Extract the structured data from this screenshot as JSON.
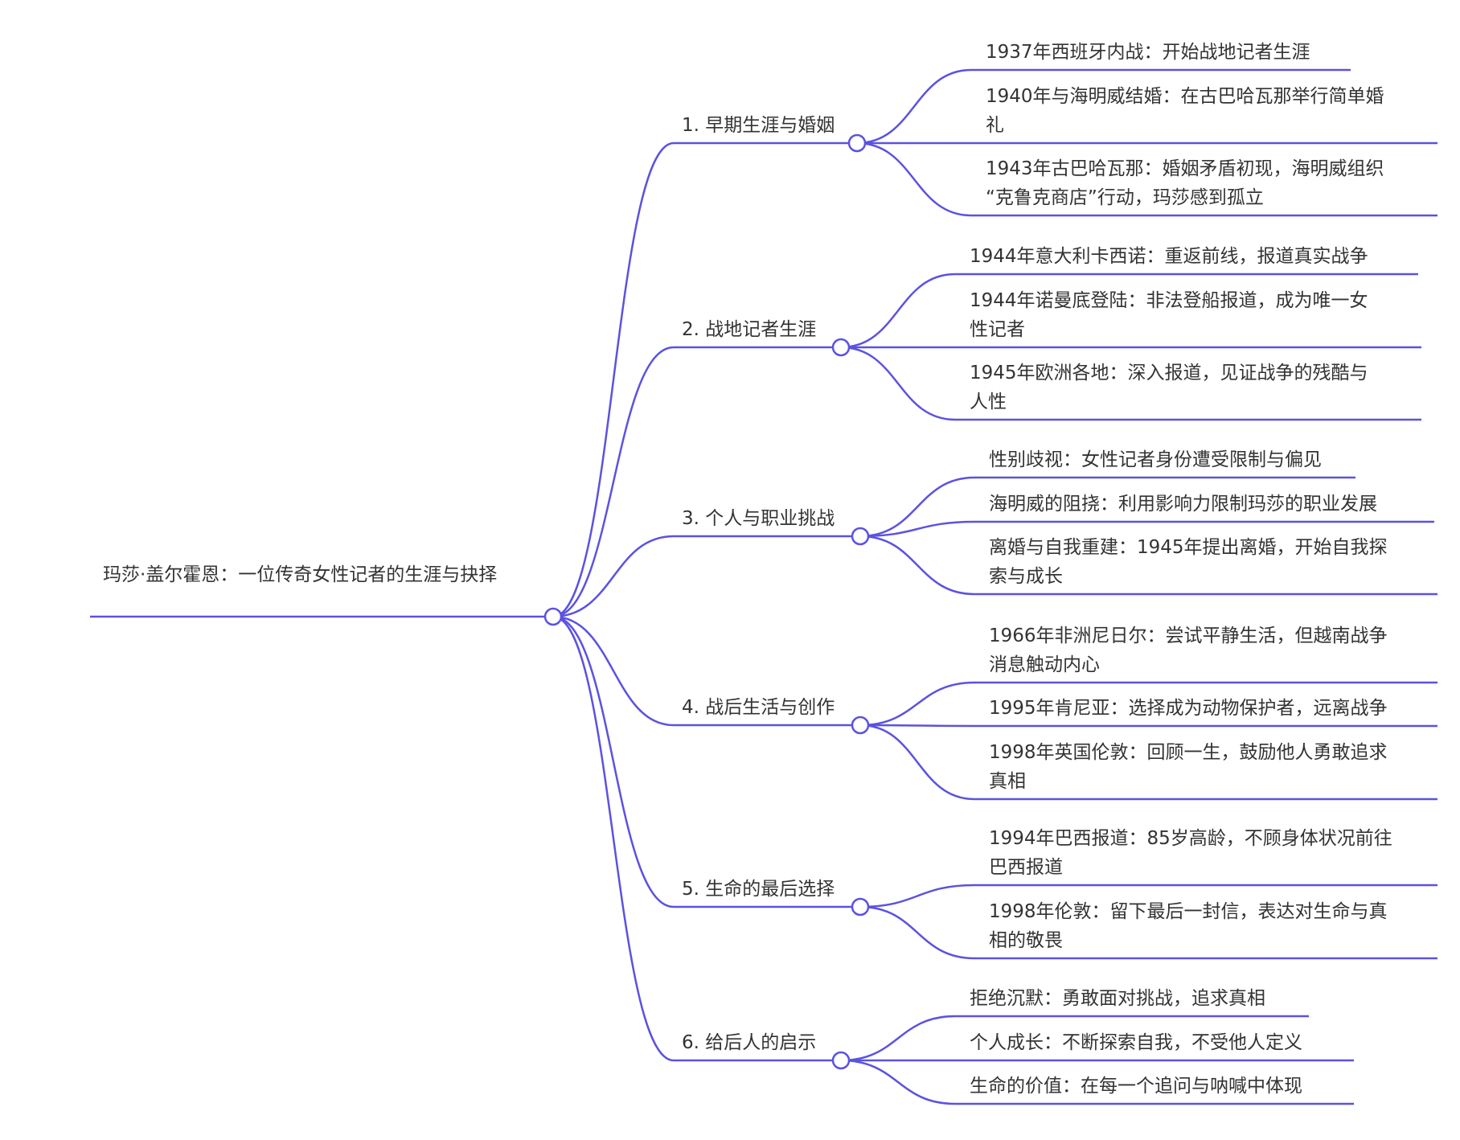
{
  "colors": {
    "line": "#5b52e0",
    "text": "#333333",
    "background": "#ffffff"
  },
  "root": {
    "label": "玛莎·盖尔霍恩：一位传奇女性记者的生涯与抉择"
  },
  "branches": [
    {
      "label": "1. 早期生涯与婚姻",
      "children": [
        {
          "lines": [
            "1937年西班牙内战：开始战地记者生涯"
          ]
        },
        {
          "lines": [
            "1940年与海明威结婚：在古巴哈瓦那举行简单婚",
            "礼"
          ]
        },
        {
          "lines": [
            "1943年古巴哈瓦那：婚姻矛盾初现，海明威组织",
            "“克鲁克商店”行动，玛莎感到孤立"
          ]
        }
      ]
    },
    {
      "label": "2. 战地记者生涯",
      "children": [
        {
          "lines": [
            "1944年意大利卡西诺：重返前线，报道真实战争"
          ]
        },
        {
          "lines": [
            "1944年诺曼底登陆：非法登船报道，成为唯一女",
            "性记者"
          ]
        },
        {
          "lines": [
            "1945年欧洲各地：深入报道，见证战争的残酷与",
            "人性"
          ]
        }
      ]
    },
    {
      "label": "3. 个人与职业挑战",
      "children": [
        {
          "lines": [
            "性别歧视：女性记者身份遭受限制与偏见"
          ]
        },
        {
          "lines": [
            "海明威的阻挠：利用影响力限制玛莎的职业发展"
          ]
        },
        {
          "lines": [
            "离婚与自我重建：1945年提出离婚，开始自我探",
            "索与成长"
          ]
        }
      ]
    },
    {
      "label": "4. 战后生活与创作",
      "children": [
        {
          "lines": [
            "1966年非洲尼日尔：尝试平静生活，但越南战争",
            "消息触动内心"
          ]
        },
        {
          "lines": [
            "1995年肯尼亚：选择成为动物保护者，远离战争"
          ]
        },
        {
          "lines": [
            "1998年英国伦敦：回顾一生，鼓励他人勇敢追求",
            "真相"
          ]
        }
      ]
    },
    {
      "label": "5. 生命的最后选择",
      "children": [
        {
          "lines": [
            "1994年巴西报道：85岁高龄，不顾身体状况前往",
            "巴西报道"
          ]
        },
        {
          "lines": [
            "1998年伦敦：留下最后一封信，表达对生命与真",
            "相的敬畏"
          ]
        }
      ]
    },
    {
      "label": "6. 给后人的启示",
      "children": [
        {
          "lines": [
            "拒绝沉默：勇敢面对挑战，追求真相"
          ]
        },
        {
          "lines": [
            "个人成长：不断探索自我，不受他人定义"
          ]
        },
        {
          "lines": [
            "生命的价值：在每一个追问与呐喊中体现"
          ]
        }
      ]
    }
  ]
}
